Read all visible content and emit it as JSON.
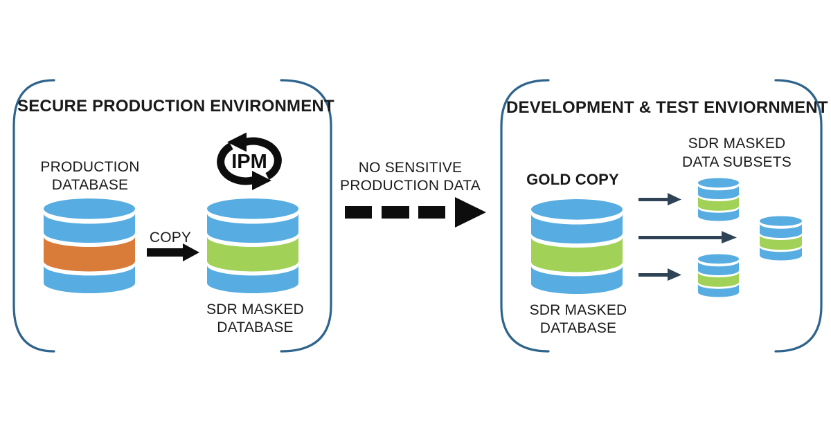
{
  "colors": {
    "db_blue": "#57ade1",
    "db_green": "#a1d156",
    "db_orange": "#d97c3a",
    "bracket_blue": "#2e648c",
    "arrow_dark_slate": "#2e4456",
    "arrow_black": "#0d0d0d",
    "text_black": "#1a1a1a"
  },
  "secure_environment": {
    "title": "SECURE PRODUCTION ENVIRONMENT",
    "production_db_label": [
      "PRODUCTION",
      "DATABASE"
    ],
    "copy_arrow_label": "COPY",
    "ipm_badge_label": "IPM",
    "masked_db_label": [
      "SDR MASKED",
      "DATABASE"
    ]
  },
  "transfer": {
    "label": [
      "NO SENSITIVE",
      "PRODUCTION DATA"
    ]
  },
  "dev_test_environment": {
    "title": "DEVELOPMENT & TEST ENVIORNMENT",
    "gold_copy_label": "GOLD COPY",
    "masked_db_label": [
      "SDR MASKED",
      "DATABASE"
    ],
    "subsets_label": [
      "SDR MASKED",
      "DATA SUBSETS"
    ]
  }
}
